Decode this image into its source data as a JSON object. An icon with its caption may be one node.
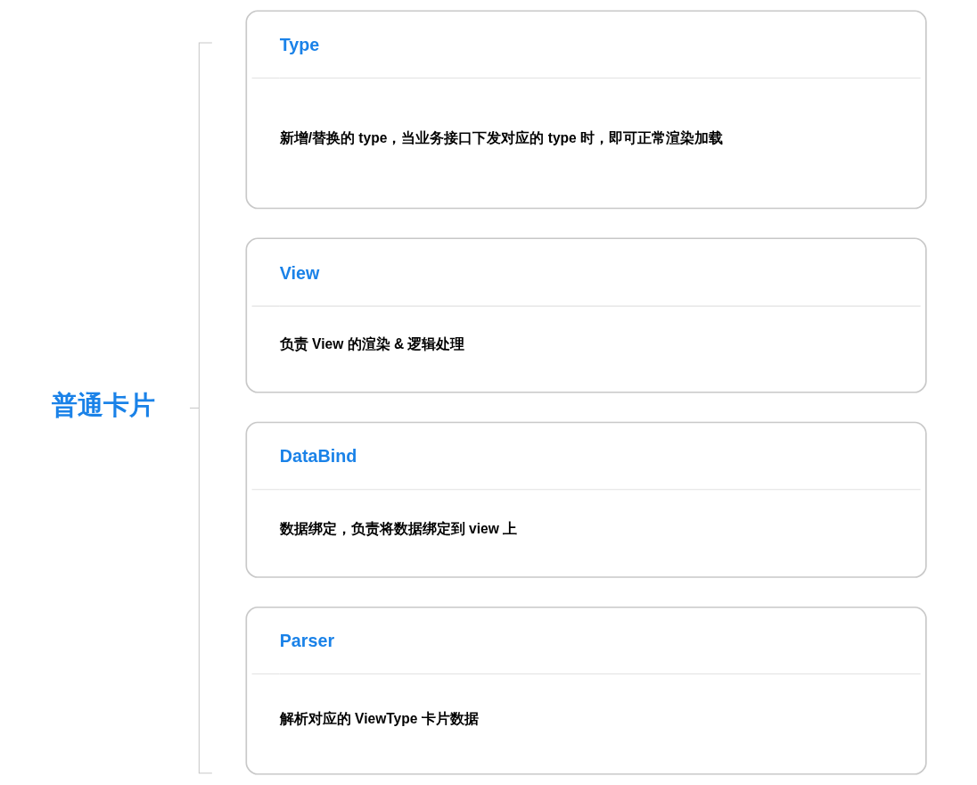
{
  "diagram": {
    "nodes": [
      {
        "text": [
          "Type",
          "新增/替换的 type，当业务接口下发对应的 type 时，即可正常渲染加载"
        ]
      },
      {
        "text": [
          "View",
          "负责 View 的渲染 & 逻辑处理"
        ]
      },
      {
        "text": [
          "DataBind",
          "数据绑定，负责将数据绑定到 view 上"
        ]
      },
      {
        "text": [
          "Parser",
          "解析对应的 ViewType 卡片数据"
        ]
      }
    ],
    "labels": [
      "普通卡片"
    ]
  }
}
